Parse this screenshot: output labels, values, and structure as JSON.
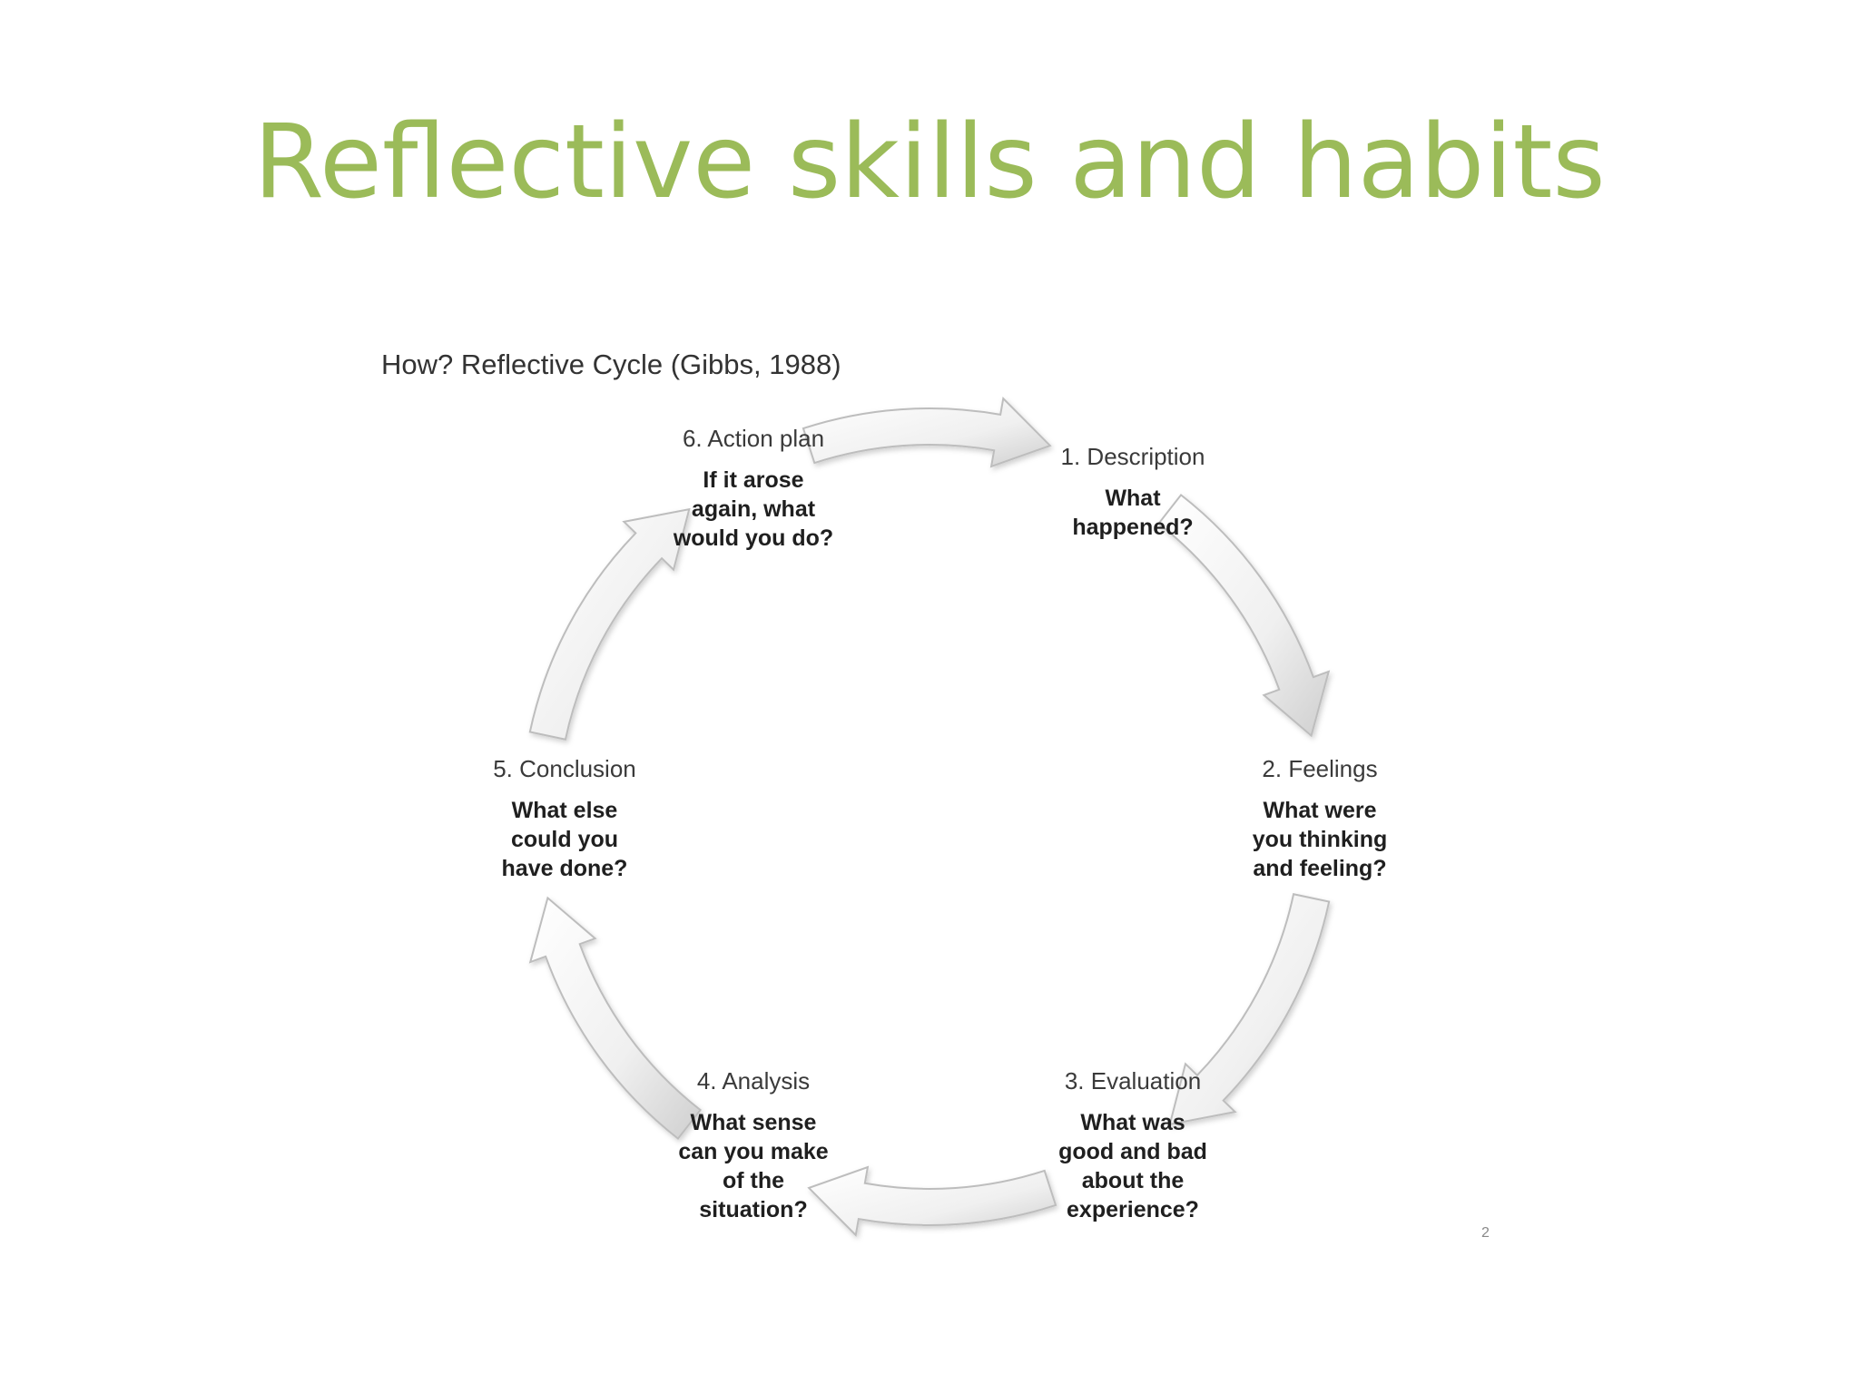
{
  "slide": {
    "title": "Reflective skills and habits",
    "title_color": "#9bbb59",
    "page_number": "2"
  },
  "diagram": {
    "heading": "How? Reflective Cycle (Gibbs, 1988)",
    "arrow_fill": "#f2f2f2",
    "arrow_stroke": "#bdbdbd",
    "stages": [
      {
        "id": "description",
        "label": "1. Description",
        "question": "What\nhappened?"
      },
      {
        "id": "feelings",
        "label": "2. Feelings",
        "question": "What were\nyou thinking\nand feeling?"
      },
      {
        "id": "evaluation",
        "label": "3. Evaluation",
        "question": "What was\ngood and bad\nabout the\nexperience?"
      },
      {
        "id": "analysis",
        "label": "4. Analysis",
        "question": "What sense\ncan you make\nof the\nsituation?"
      },
      {
        "id": "conclusion",
        "label": "5. Conclusion",
        "question": "What else\ncould you\nhave done?"
      },
      {
        "id": "action-plan",
        "label": "6. Action plan",
        "question": "If it arose\nagain, what\nwould you do?"
      }
    ]
  }
}
